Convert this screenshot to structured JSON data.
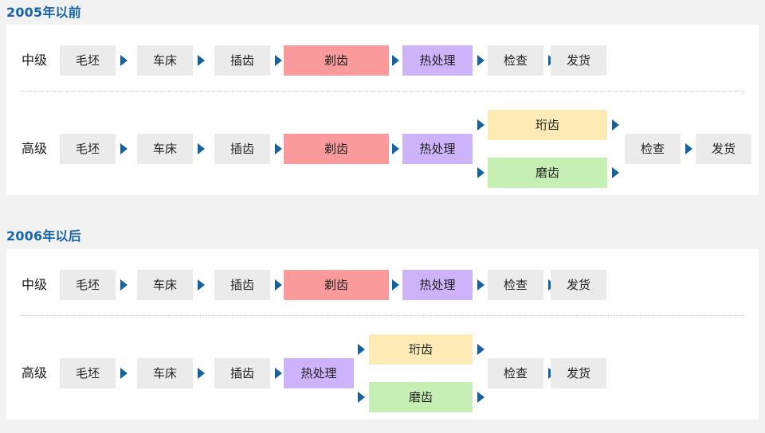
{
  "page": {
    "background_color": "#f2f2f2",
    "card_color": "#ffffff",
    "heading_color": "#1565ad",
    "arrow_color": "#15639e"
  },
  "palette": {
    "default_box": "#ebebeb",
    "red": "#fa9a9a",
    "purple": "#ccb3fa",
    "yellow": "#fdebb5",
    "green": "#c6efb4"
  },
  "sections": [
    {
      "title": "2005年以前",
      "rows": [
        {
          "stage_label": "中级",
          "steps": [
            "毛坯",
            "车床",
            "插齿",
            "剃齿",
            "热处理",
            "检查",
            "发货"
          ]
        },
        {
          "stage_label": "高级",
          "steps": [
            "毛坯",
            "车床",
            "插齿",
            "剃齿",
            "热处理"
          ],
          "branches": [
            "珩齿",
            "磨齿"
          ],
          "merge_steps": [
            "检查",
            "发货"
          ]
        }
      ]
    },
    {
      "title": "2006年以后",
      "rows": [
        {
          "stage_label": "中级",
          "steps": [
            "毛坯",
            "车床",
            "插齿",
            "剃齿",
            "热处理",
            "检查",
            "发货"
          ]
        },
        {
          "stage_label": "高级",
          "steps": [
            "毛坯",
            "车床",
            "插齿",
            "热处理"
          ],
          "branches": [
            "珩齿",
            "磨齿"
          ],
          "merge_steps": [
            "检查",
            "发货"
          ]
        }
      ]
    }
  ],
  "labels": {
    "s1_title": "2005年以前",
    "s2_title": "2006年以后",
    "stage_mid": "中级",
    "stage_high": "高级",
    "blank": "毛坯",
    "lathe": "车床",
    "gear_shaping": "插齿",
    "shaving": "剃齿",
    "heat_treat": "热处理",
    "honing": "珩齿",
    "grinding": "磨齿",
    "inspect": "检查",
    "ship": "发货"
  }
}
